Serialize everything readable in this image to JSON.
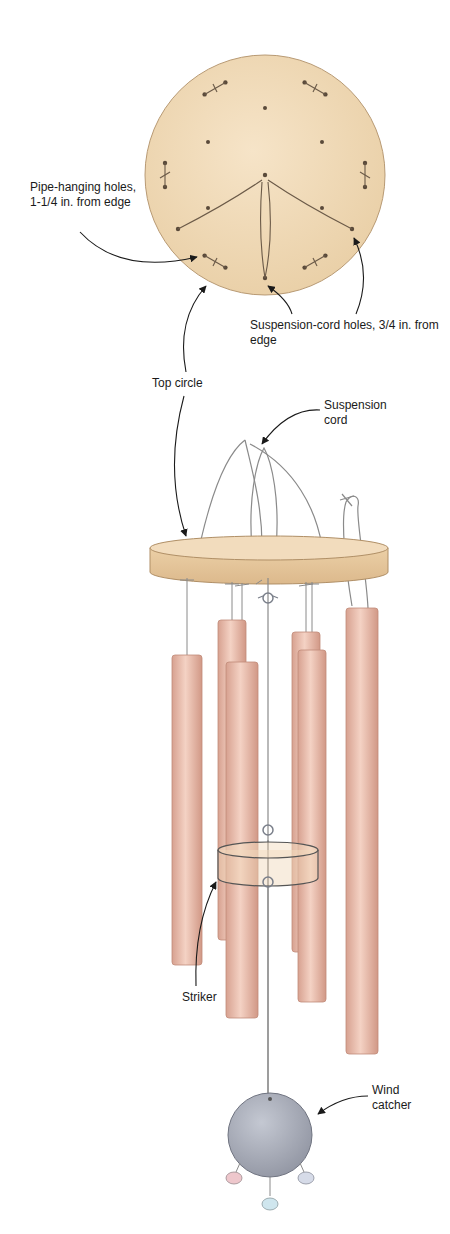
{
  "diagram": {
    "labels": [
      "Pipe-hanging holes, 1-1/4 in. from edge",
      "Suspension-cord holes, 3/4 in. from edge",
      "Top circle",
      "Suspension cord",
      "Striker",
      "Wind catcher"
    ]
  }
}
